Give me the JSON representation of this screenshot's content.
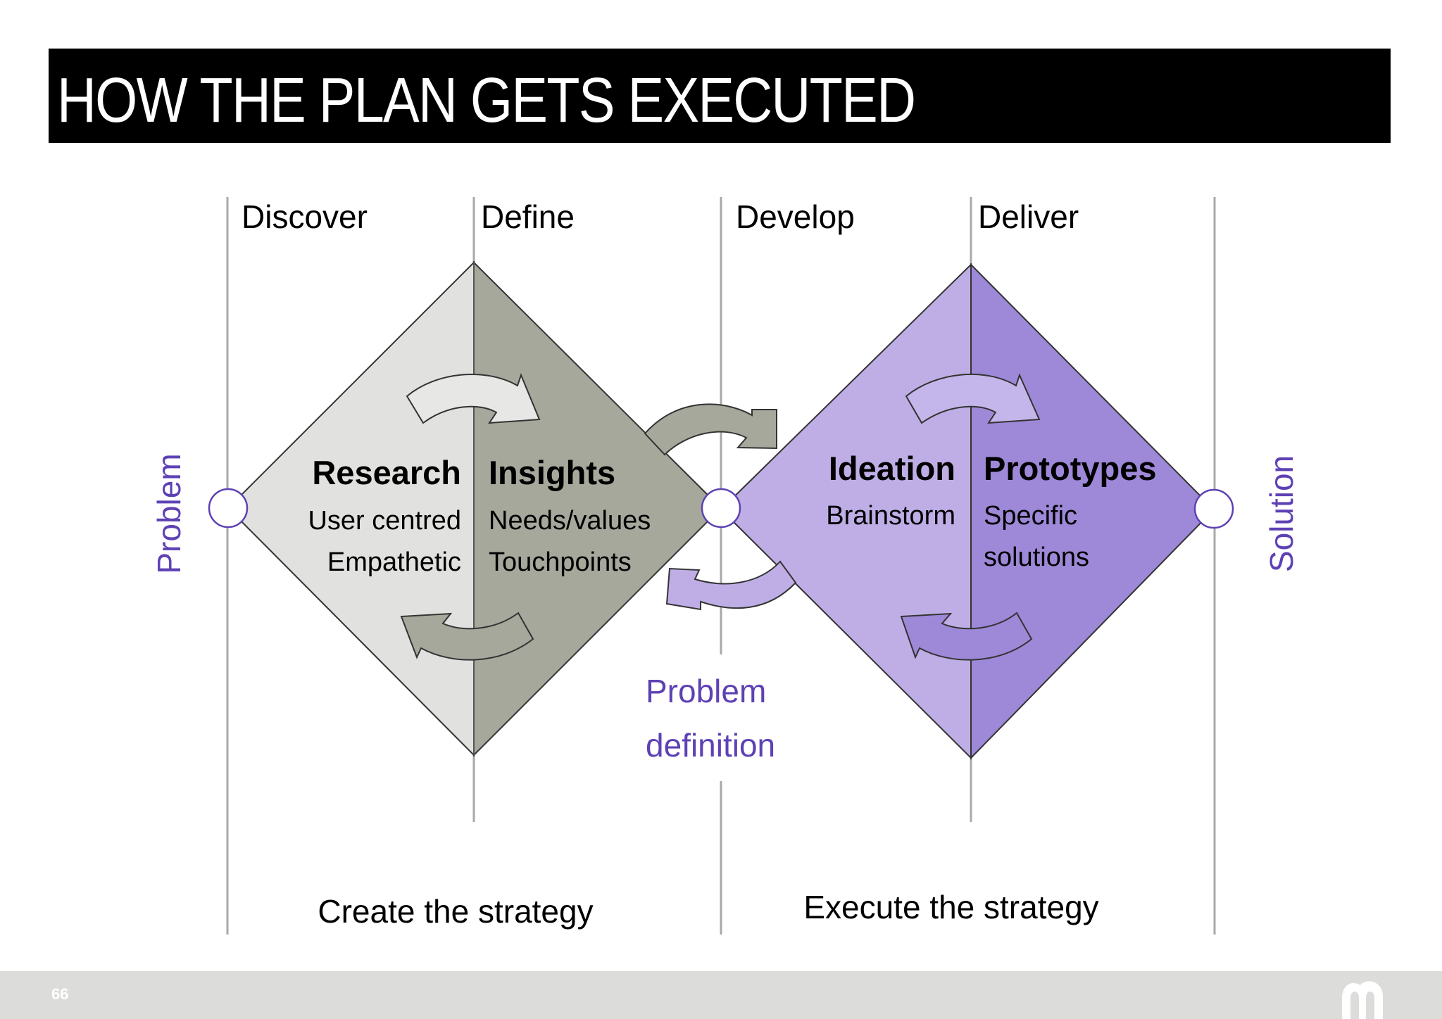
{
  "title": "HOW THE PLAN GETS EXECUTED",
  "phases": [
    "Discover",
    "Define",
    "Develop",
    "Deliver"
  ],
  "left_label": "Problem",
  "right_label": "Solution",
  "diamond_left": {
    "left_half": {
      "heading": "Research",
      "lines": [
        "User centred",
        "Empathetic"
      ]
    },
    "right_half": {
      "heading": "Insights",
      "lines": [
        "Needs/values",
        "Touchpoints"
      ]
    }
  },
  "diamond_right": {
    "left_half": {
      "heading": "Ideation",
      "lines": [
        "Brainstorm"
      ]
    },
    "right_half": {
      "heading": "Prototypes",
      "lines": [
        "Specific",
        "solutions"
      ]
    }
  },
  "center_label": [
    "Problem",
    "definition"
  ],
  "bottom_labels": [
    "Create the strategy",
    "Execute the strategy"
  ],
  "page_number": "66",
  "colors": {
    "accent_purple": "#5e41b4",
    "grey_light": "#e1e1df",
    "grey_dark": "#a6a89c",
    "purple_light": "#bfaee6",
    "purple_dark": "#9e88d8",
    "divider": "#a9a9a9"
  }
}
